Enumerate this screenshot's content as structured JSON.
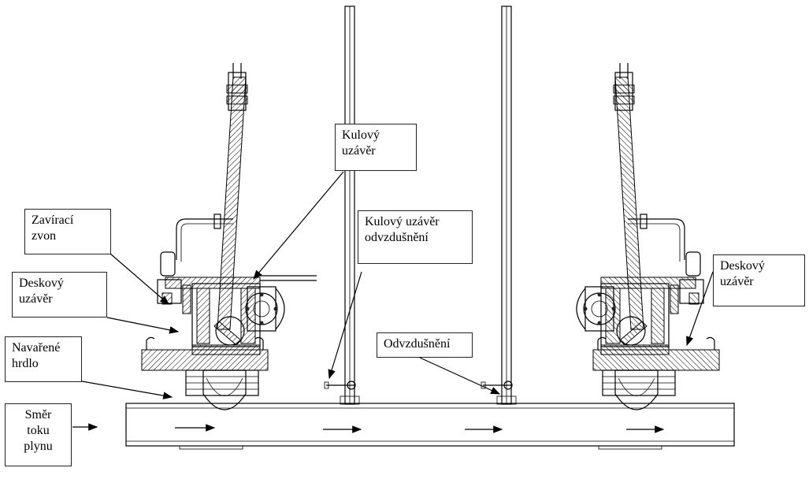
{
  "labels": {
    "closing_bell": "Zavírací\nzvon",
    "plate_valve_left": "Deskový\nuzávěr",
    "welded_neck": "Navařené\nhrdlo",
    "flow_direction": "Směr\ntoku\nplynu",
    "ball_valve": "Kulový\nuzávěr",
    "ball_valve_vent": "Kulový uzávěr\nodvzdušnění",
    "venting": "Odvzdušnění",
    "plate_valve_right": "Deskový\nuzávěr"
  }
}
